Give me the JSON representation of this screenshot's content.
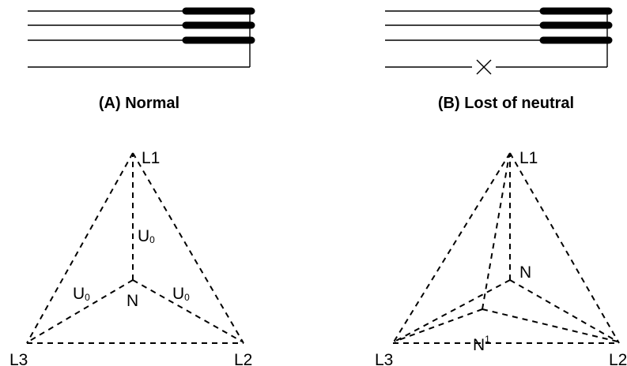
{
  "panel_a": {
    "caption": "(A) Normal",
    "vertices": {
      "top": "L1",
      "right": "L2",
      "left": "L3",
      "center": "N"
    },
    "voltage": {
      "base": "U",
      "subscript": "0"
    }
  },
  "panel_b": {
    "caption": "(B) Lost of neutral",
    "vertices": {
      "top": "L1",
      "right": "L2",
      "left": "L3",
      "center": "N",
      "shifted_center": "N",
      "shifted_center_superscript": "1"
    }
  }
}
